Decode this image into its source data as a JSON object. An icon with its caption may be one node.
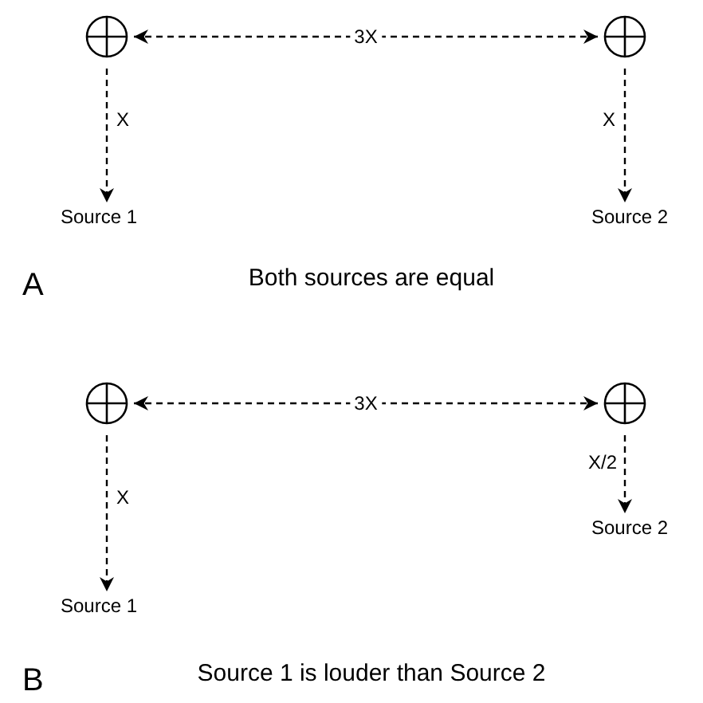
{
  "diagram": {
    "nodes": [
      {
        "text": [],
        "shape": "circle"
      },
      {
        "text": [],
        "shape": "circle"
      },
      {
        "text": [
          "Source 1"
        ]
      },
      {
        "text": [
          "Source 2"
        ]
      },
      {
        "text": [],
        "shape": "circle"
      },
      {
        "text": [],
        "shape": "circle"
      },
      {
        "text": [
          "Source 1"
        ]
      },
      {
        "text": [
          "Source 2"
        ]
      }
    ],
    "edges": [
      {
        "from": 0,
        "to": 1,
        "arrow": "both",
        "label": "3X",
        "style": "dashed"
      },
      {
        "from": 0,
        "to": 2,
        "arrow": "to",
        "label": "X",
        "style": "dashed"
      },
      {
        "from": 1,
        "to": 3,
        "arrow": "to",
        "label": "X",
        "style": "dashed"
      },
      {
        "from": 4,
        "to": 5,
        "arrow": "both",
        "label": "3X",
        "style": "dashed"
      },
      {
        "from": 4,
        "to": 6,
        "arrow": "to",
        "label": "X",
        "style": "dashed"
      },
      {
        "from": 5,
        "to": 7,
        "arrow": "to",
        "label": "X/2",
        "style": "dashed"
      }
    ],
    "labels": [
      "A",
      "Both sources are equal",
      "B",
      "Source 1 is louder than Source 2"
    ]
  }
}
